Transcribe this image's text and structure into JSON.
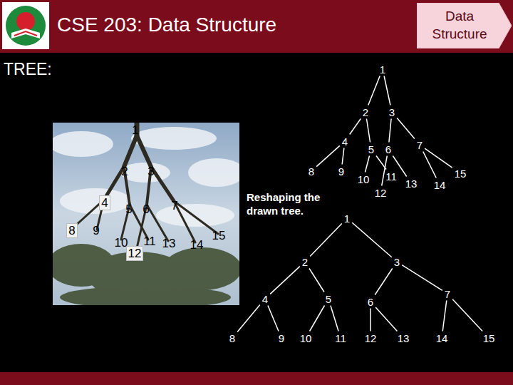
{
  "diagram": {
    "title": "CSE 203: Data Structure",
    "nodes": [
      {
        "text": [
          "Data Structure"
        ]
      },
      {
        "text": [
          "1"
        ]
      },
      {
        "text": [
          "2"
        ]
      },
      {
        "text": [
          "3"
        ]
      },
      {
        "text": [
          "4"
        ]
      },
      {
        "text": [
          "5"
        ]
      },
      {
        "text": [
          "6"
        ]
      },
      {
        "text": [
          "7"
        ]
      },
      {
        "text": [
          "8"
        ]
      },
      {
        "text": [
          "9"
        ]
      },
      {
        "text": [
          "10"
        ]
      },
      {
        "text": [
          "11"
        ]
      },
      {
        "text": [
          "12"
        ]
      },
      {
        "text": [
          "13"
        ]
      },
      {
        "text": [
          "14"
        ]
      },
      {
        "text": [
          "15"
        ]
      },
      {
        "text": [
          "1"
        ]
      },
      {
        "text": [
          "2"
        ]
      },
      {
        "text": [
          "3"
        ]
      },
      {
        "text": [
          "4"
        ]
      },
      {
        "text": [
          "5"
        ]
      },
      {
        "text": [
          "6"
        ]
      },
      {
        "text": [
          "7"
        ]
      },
      {
        "text": [
          "8"
        ]
      },
      {
        "text": [
          "9"
        ]
      },
      {
        "text": [
          "10"
        ]
      },
      {
        "text": [
          "11"
        ]
      },
      {
        "text": [
          "12"
        ]
      },
      {
        "text": [
          "13"
        ]
      },
      {
        "text": [
          "14"
        ]
      },
      {
        "text": [
          "15"
        ]
      }
    ],
    "edges": [
      {
        "from": 1,
        "to": 2,
        "arrow": "none"
      },
      {
        "from": 1,
        "to": 3,
        "arrow": "none"
      },
      {
        "from": 2,
        "to": 4,
        "arrow": "none"
      },
      {
        "from": 2,
        "to": 5,
        "arrow": "none"
      },
      {
        "from": 3,
        "to": 6,
        "arrow": "none"
      },
      {
        "from": 3,
        "to": 7,
        "arrow": "none"
      },
      {
        "from": 4,
        "to": 8,
        "arrow": "none"
      },
      {
        "from": 4,
        "to": 9,
        "arrow": "none"
      },
      {
        "from": 5,
        "to": 10,
        "arrow": "none"
      },
      {
        "from": 5,
        "to": 11,
        "arrow": "none"
      },
      {
        "from": 6,
        "to": 12,
        "arrow": "none"
      },
      {
        "from": 6,
        "to": 13,
        "arrow": "none"
      },
      {
        "from": 7,
        "to": 14,
        "arrow": "none"
      },
      {
        "from": 7,
        "to": 15,
        "arrow": "none"
      },
      {
        "from": 16,
        "to": 17,
        "arrow": "none"
      },
      {
        "from": 16,
        "to": 18,
        "arrow": "none"
      },
      {
        "from": 17,
        "to": 19,
        "arrow": "none"
      },
      {
        "from": 17,
        "to": 20,
        "arrow": "none"
      },
      {
        "from": 18,
        "to": 21,
        "arrow": "none"
      },
      {
        "from": 18,
        "to": 22,
        "arrow": "none"
      },
      {
        "from": 19,
        "to": 23,
        "arrow": "none"
      },
      {
        "from": 19,
        "to": 24,
        "arrow": "none"
      },
      {
        "from": 20,
        "to": 25,
        "arrow": "none"
      },
      {
        "from": 20,
        "to": 26,
        "arrow": "none"
      },
      {
        "from": 21,
        "to": 27,
        "arrow": "none"
      },
      {
        "from": 21,
        "to": 28,
        "arrow": "none"
      },
      {
        "from": 22,
        "to": 29,
        "arrow": "none"
      },
      {
        "from": 22,
        "to": 30,
        "arrow": "none"
      }
    ],
    "labels": [
      "TREE:",
      "Reshaping the drawn tree.",
      "1",
      "2",
      "3",
      "4",
      "5",
      "6",
      "7",
      "8",
      "9",
      "10",
      "11",
      "12",
      "13",
      "14",
      "15"
    ]
  }
}
